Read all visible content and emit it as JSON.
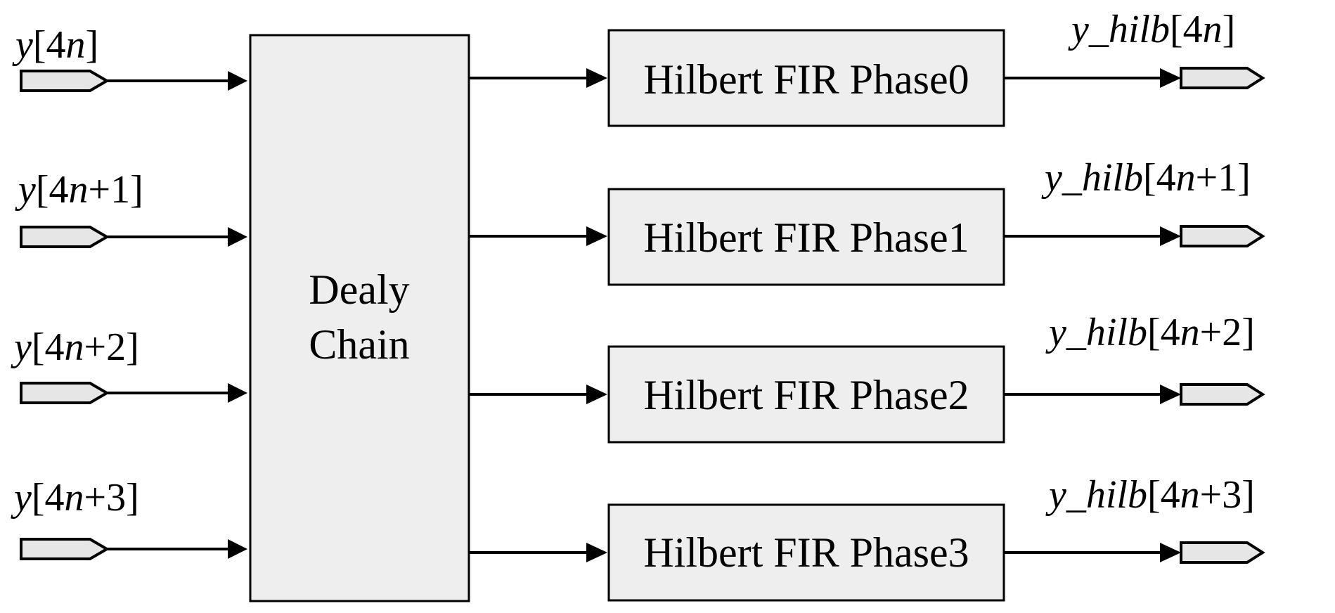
{
  "diagram": {
    "delay_block": {
      "line1": "Dealy",
      "line2": "Chain"
    },
    "inputs": [
      {
        "var": "y",
        "open": "[4",
        "n": "n",
        "rest": "]"
      },
      {
        "var": "y",
        "open": "[4",
        "n": "n",
        "rest": "+1]"
      },
      {
        "var": "y",
        "open": "[4",
        "n": "n",
        "rest": "+2]"
      },
      {
        "var": "y",
        "open": "[4",
        "n": "n",
        "rest": "+3]"
      }
    ],
    "filters": [
      "Hilbert FIR Phase0",
      "Hilbert FIR Phase1",
      "Hilbert FIR Phase2",
      "Hilbert FIR Phase3"
    ],
    "outputs": [
      {
        "var": "y_hilb",
        "open": "[4",
        "n": "n",
        "rest": "]"
      },
      {
        "var": "y_hilb",
        "open": "[4",
        "n": "n",
        "rest": "+1]"
      },
      {
        "var": "y_hilb",
        "open": "[4",
        "n": "n",
        "rest": "+2]"
      },
      {
        "var": "y_hilb",
        "open": "[4",
        "n": "n",
        "rest": "+3]"
      }
    ]
  }
}
